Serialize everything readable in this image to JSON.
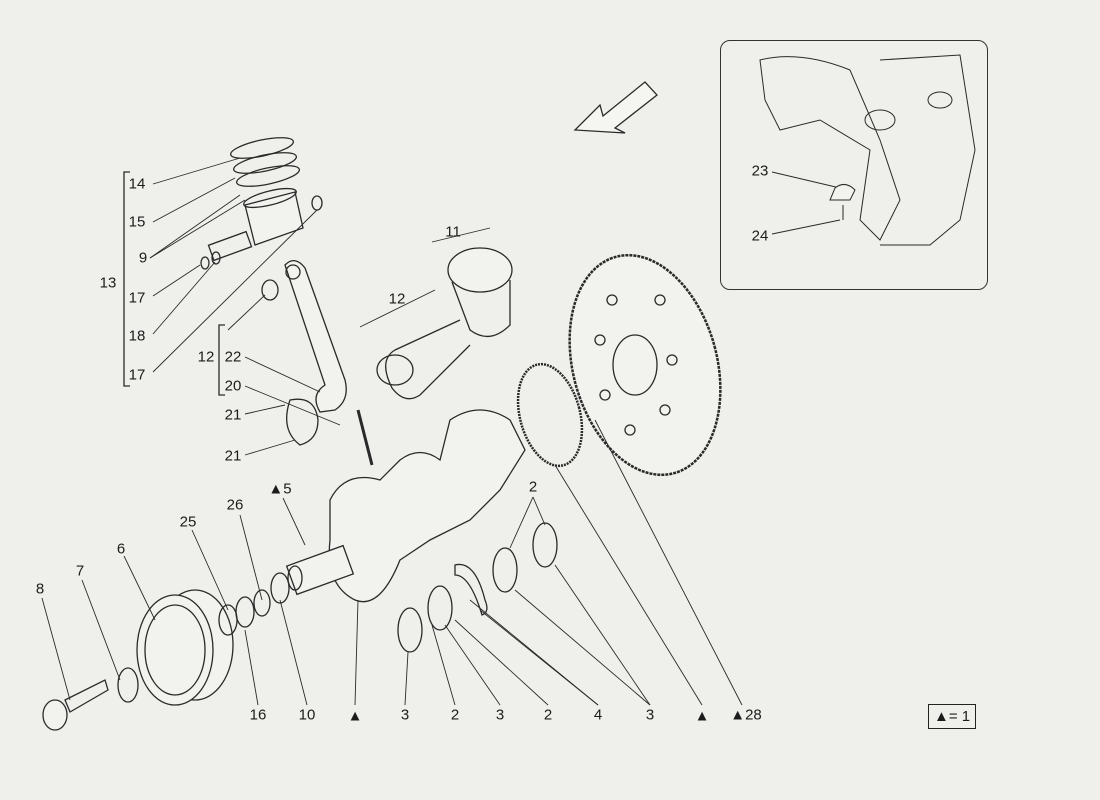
{
  "diagram": {
    "labels": [
      "14",
      "15",
      "9",
      "13",
      "17",
      "18",
      "17",
      "12",
      "22",
      "20",
      "21",
      "21",
      "11",
      "12",
      "▲5",
      "26",
      "25",
      "6",
      "7",
      "8",
      "16",
      "10",
      "▲",
      "3",
      "2",
      "3",
      "2",
      "4",
      "3",
      "▲",
      "▲28",
      "2",
      "23",
      "24"
    ],
    "legend": "▲= 1",
    "colors": {
      "ink": "#222222",
      "paper": "#efefeb"
    }
  }
}
